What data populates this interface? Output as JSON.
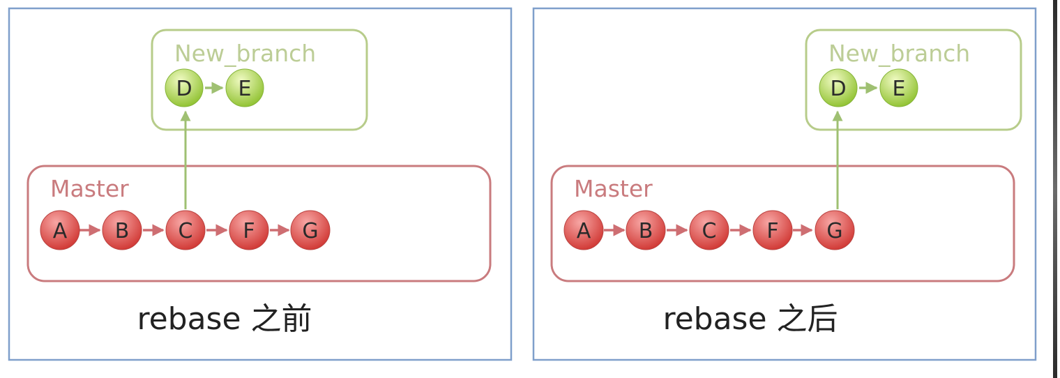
{
  "colors": {
    "panel_border": "#7f9fcb",
    "master_border": "#c97b7e",
    "master_label": "#c97b7e",
    "branch_border": "#b7cc8a",
    "branch_label": "#bccd96",
    "red_node_light": "#f7a6a4",
    "red_node_dark": "#cf3430",
    "green_node_light": "#f0fac3",
    "green_node_dark": "#8dc02c",
    "master_arrow": "#ce6e72",
    "branch_arrow": "#9fc072"
  },
  "panels": [
    {
      "caption": "rebase 之前",
      "master": {
        "label": "Master",
        "commits": [
          "A",
          "B",
          "C",
          "F",
          "G"
        ]
      },
      "new_branch": {
        "label": "New_branch",
        "commits": [
          "D",
          "E"
        ]
      },
      "branch_point": "C"
    },
    {
      "caption": "rebase 之后",
      "master": {
        "label": "Master",
        "commits": [
          "A",
          "B",
          "C",
          "F",
          "G"
        ]
      },
      "new_branch": {
        "label": "New_branch",
        "commits": [
          "D",
          "E"
        ]
      },
      "branch_point": "G"
    }
  ]
}
